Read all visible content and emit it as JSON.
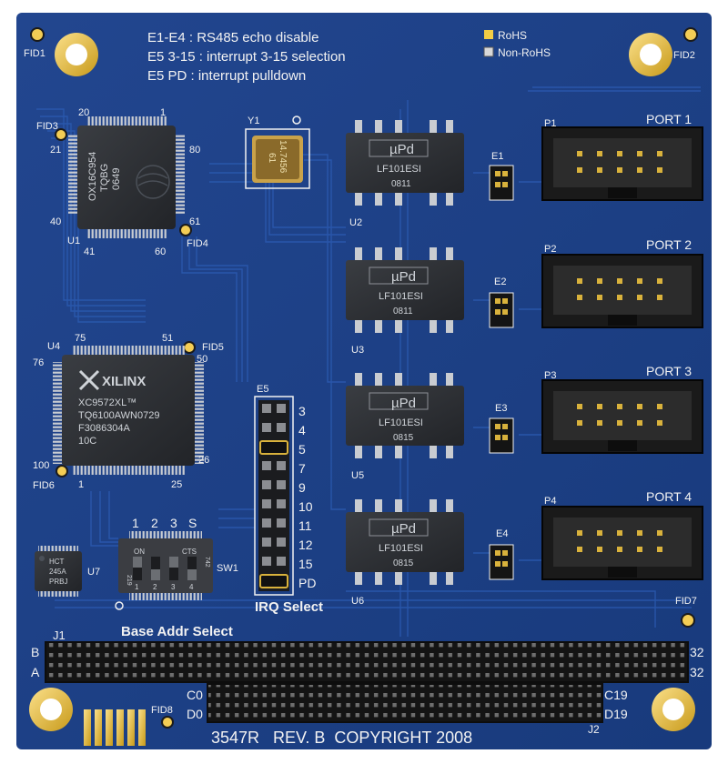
{
  "board": {
    "colors": {
      "pcb": "#1d3f86",
      "pcb_dark": "#163371",
      "trace": "#2a5bb0",
      "silkscreen": "#f2f2f2",
      "gold": "#e4b52a",
      "chip": "#2b2d31",
      "pin": "#c9ccd1"
    },
    "notes": {
      "line1": "E1-E4 : RS485 echo disable",
      "line2": "E5 3-15 : interrupt 3-15 selection",
      "line3": "E5 PD : interrupt pulldown"
    },
    "legend": {
      "rohs": "RoHS",
      "non_rohs": "Non-RoHS"
    },
    "fiducials": {
      "fid1": "FID1",
      "fid2": "FID2",
      "fid3": "FID3",
      "fid4": "FID4",
      "fid5": "FID5",
      "fid6": "FID6",
      "fid7": "FID7",
      "fid8": "FID8"
    },
    "u1": {
      "ref": "U1",
      "pins": {
        "p1": "1",
        "p20": "20",
        "p21": "21",
        "p40": "40",
        "p41": "41",
        "p60": "60",
        "p61": "61",
        "p80": "80"
      },
      "marking": {
        "l1": "OX16C954",
        "l2": "TQBG",
        "l3": "0649"
      }
    },
    "y1": {
      "ref": "Y1",
      "marking": {
        "l1": "14.7456",
        "l2": "61"
      }
    },
    "u4": {
      "ref": "U4",
      "pins": {
        "p1": "1",
        "p25": "25",
        "p26": "26",
        "p50": "50",
        "p51": "51",
        "p75": "75",
        "p76": "76",
        "p100": "100"
      },
      "brand": "XILINX",
      "marking": {
        "l1": "XC9572XL™",
        "l2": "TQ6100AWN0729",
        "l3": "F3086304A",
        "l4": "10C"
      }
    },
    "u7": {
      "ref": "U7",
      "marking": {
        "l1": "HCT",
        "l2": "245A",
        "l3": "PRBJ"
      }
    },
    "sw1": {
      "ref": "SW1",
      "top_labels": [
        "1",
        "2",
        "3",
        "S"
      ],
      "on": "ON",
      "cts": "CTS",
      "bottom_labels": [
        "1",
        "2",
        "3",
        "4"
      ],
      "side_left": "219",
      "side_right": "742",
      "caption": "Base Addr Select"
    },
    "e5": {
      "ref": "E5",
      "labels": [
        "3",
        "4",
        "5",
        "7",
        "9",
        "10",
        "11",
        "12",
        "15",
        "PD"
      ],
      "caption": "IRQ Select"
    },
    "ports": [
      {
        "label": "PORT 1",
        "ref": "P1",
        "jumper": "E1",
        "ic": "U2",
        "brand": "µPd",
        "part": "LF101ESI",
        "date": "0811"
      },
      {
        "label": "PORT 2",
        "ref": "P2",
        "jumper": "E2",
        "ic": "U3",
        "brand": "µPd",
        "part": "LF101ESI",
        "date": "0811"
      },
      {
        "label": "PORT 3",
        "ref": "P3",
        "jumper": "E3",
        "ic": "U5",
        "brand": "µPd",
        "part": "LF101ESI",
        "date": "0815"
      },
      {
        "label": "PORT 4",
        "ref": "P4",
        "jumper": "E4",
        "ic": "U6",
        "brand": "µPd",
        "part": "LF101ESI",
        "date": "0815"
      }
    ],
    "j1": {
      "ref": "J1",
      "row_a": "A",
      "row_b": "B",
      "end_a": "32",
      "end_b": "32"
    },
    "j2": {
      "ref": "J2",
      "row_c": "C0",
      "row_d": "D0",
      "end_c": "C19",
      "end_d": "D19"
    },
    "footer": "3547R   REV. B  COPYRIGHT 2008"
  }
}
